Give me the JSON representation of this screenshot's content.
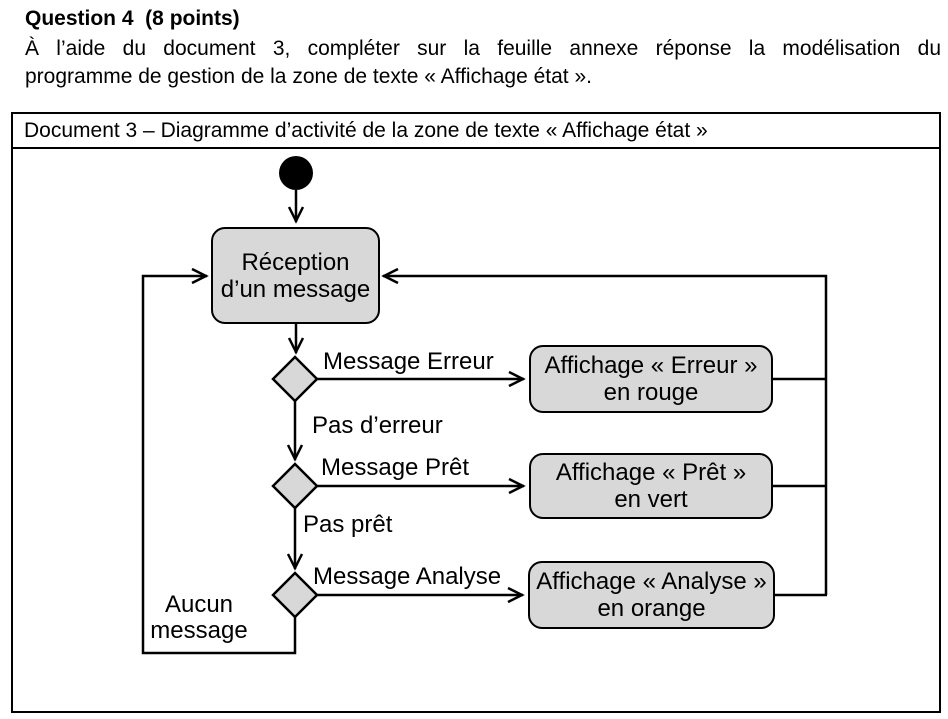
{
  "question": {
    "heading": "Question 4  (8 points)",
    "body_line1": "À l’aide du document 3, compléter sur la feuille annexe réponse la modélisation du",
    "body_line2": "programme de gestion de la zone de texte « Affichage état »."
  },
  "document": {
    "title": "Document 3 – Diagramme d’activité de la zone de texte « Affichage état »"
  },
  "diagram": {
    "type": "uml-activity-diagram",
    "colors": {
      "node_fill": "#d8d8d8",
      "stroke": "#000000",
      "background": "#ffffff"
    },
    "nodes": {
      "start": "initial-state",
      "reception": {
        "line1": "Réception",
        "line2": "d’un message"
      },
      "erreur": {
        "line1": "Affichage « Erreur »",
        "line2": "en rouge"
      },
      "pret": {
        "line1": "Affichage « Prêt »",
        "line2": "en vert"
      },
      "analyse": {
        "line1": "Affichage « Analyse »",
        "line2": "en orange"
      }
    },
    "edges": {
      "message_erreur": "Message Erreur",
      "pas_derreur": "Pas d’erreur",
      "message_pret": "Message Prêt",
      "pas_pret": "Pas prêt",
      "message_analyse": "Message Analyse",
      "aucun_line1": "Aucun",
      "aucun_line2": "message"
    }
  }
}
